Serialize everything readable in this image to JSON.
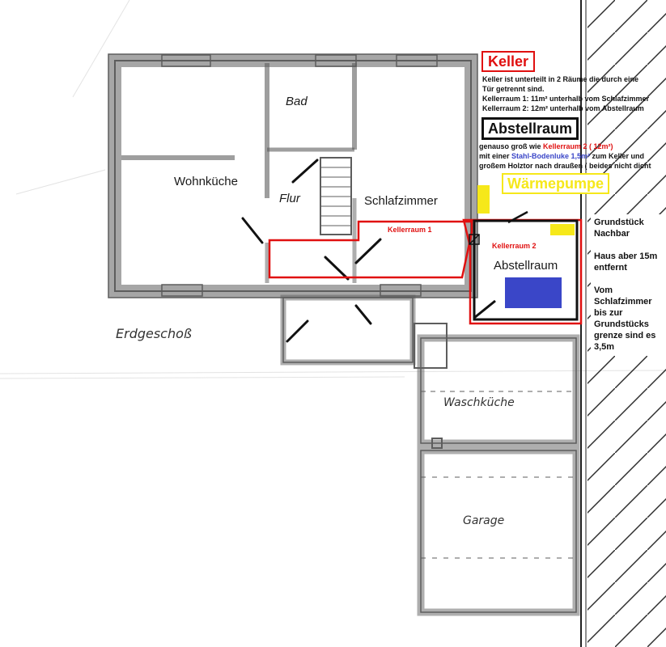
{
  "legend": {
    "keller": {
      "title": "Keller",
      "lines": [
        "Keller ist unterteilt in 2 Räume die durch eine",
        "Tür getrennt sind.",
        "Kellerraum 1: 11m² unterhalb vom Schlafzimmer",
        "Kellerraum 2: 12m² unterhalb vom Abstellraum"
      ]
    },
    "abstellraum": {
      "title": "Abstellraum",
      "line1_prefix": "genauso groß wie ",
      "line1_highlight": "Kellerraum 2 ( 12m²)",
      "line2_prefix": "mit einer ",
      "line2_highlight": "Stahl-Bodenluke 1,5m²",
      "line2_suffix": " zum Keller und",
      "line3": "großem Holztor nach draußen ( beides nicht dicht"
    },
    "waermepumpe": {
      "title": "Wärmepumpe"
    }
  },
  "rooms": {
    "bad": "Bad",
    "flur": "Flur",
    "wohnkueche": "Wohnküche",
    "schlafzimmer": "Schlafzimmer",
    "kellerraum1": "Kellerraum 1",
    "kellerraum2": "Kellerraum 2",
    "abstellraum": "Abstellraum",
    "waschkueche": "Waschküche",
    "garage": "Garage",
    "floor": "Erdgeschoß"
  },
  "side_note": {
    "lines": [
      "Grundstück",
      "Nachbar",
      "",
      "Haus aber   15m",
      "entfernt",
      "",
      "Vom",
      "Schlafzimmer",
      "bis zur",
      "Grundstücks",
      "grenze sind es",
      "3,5m"
    ]
  },
  "colors": {
    "keller_red": "#e01010",
    "waermepumpe_yellow": "#f6e81a",
    "bodenluke_blue": "#3a46c8",
    "wall": "#6e6e6e",
    "marker": "#111111"
  }
}
